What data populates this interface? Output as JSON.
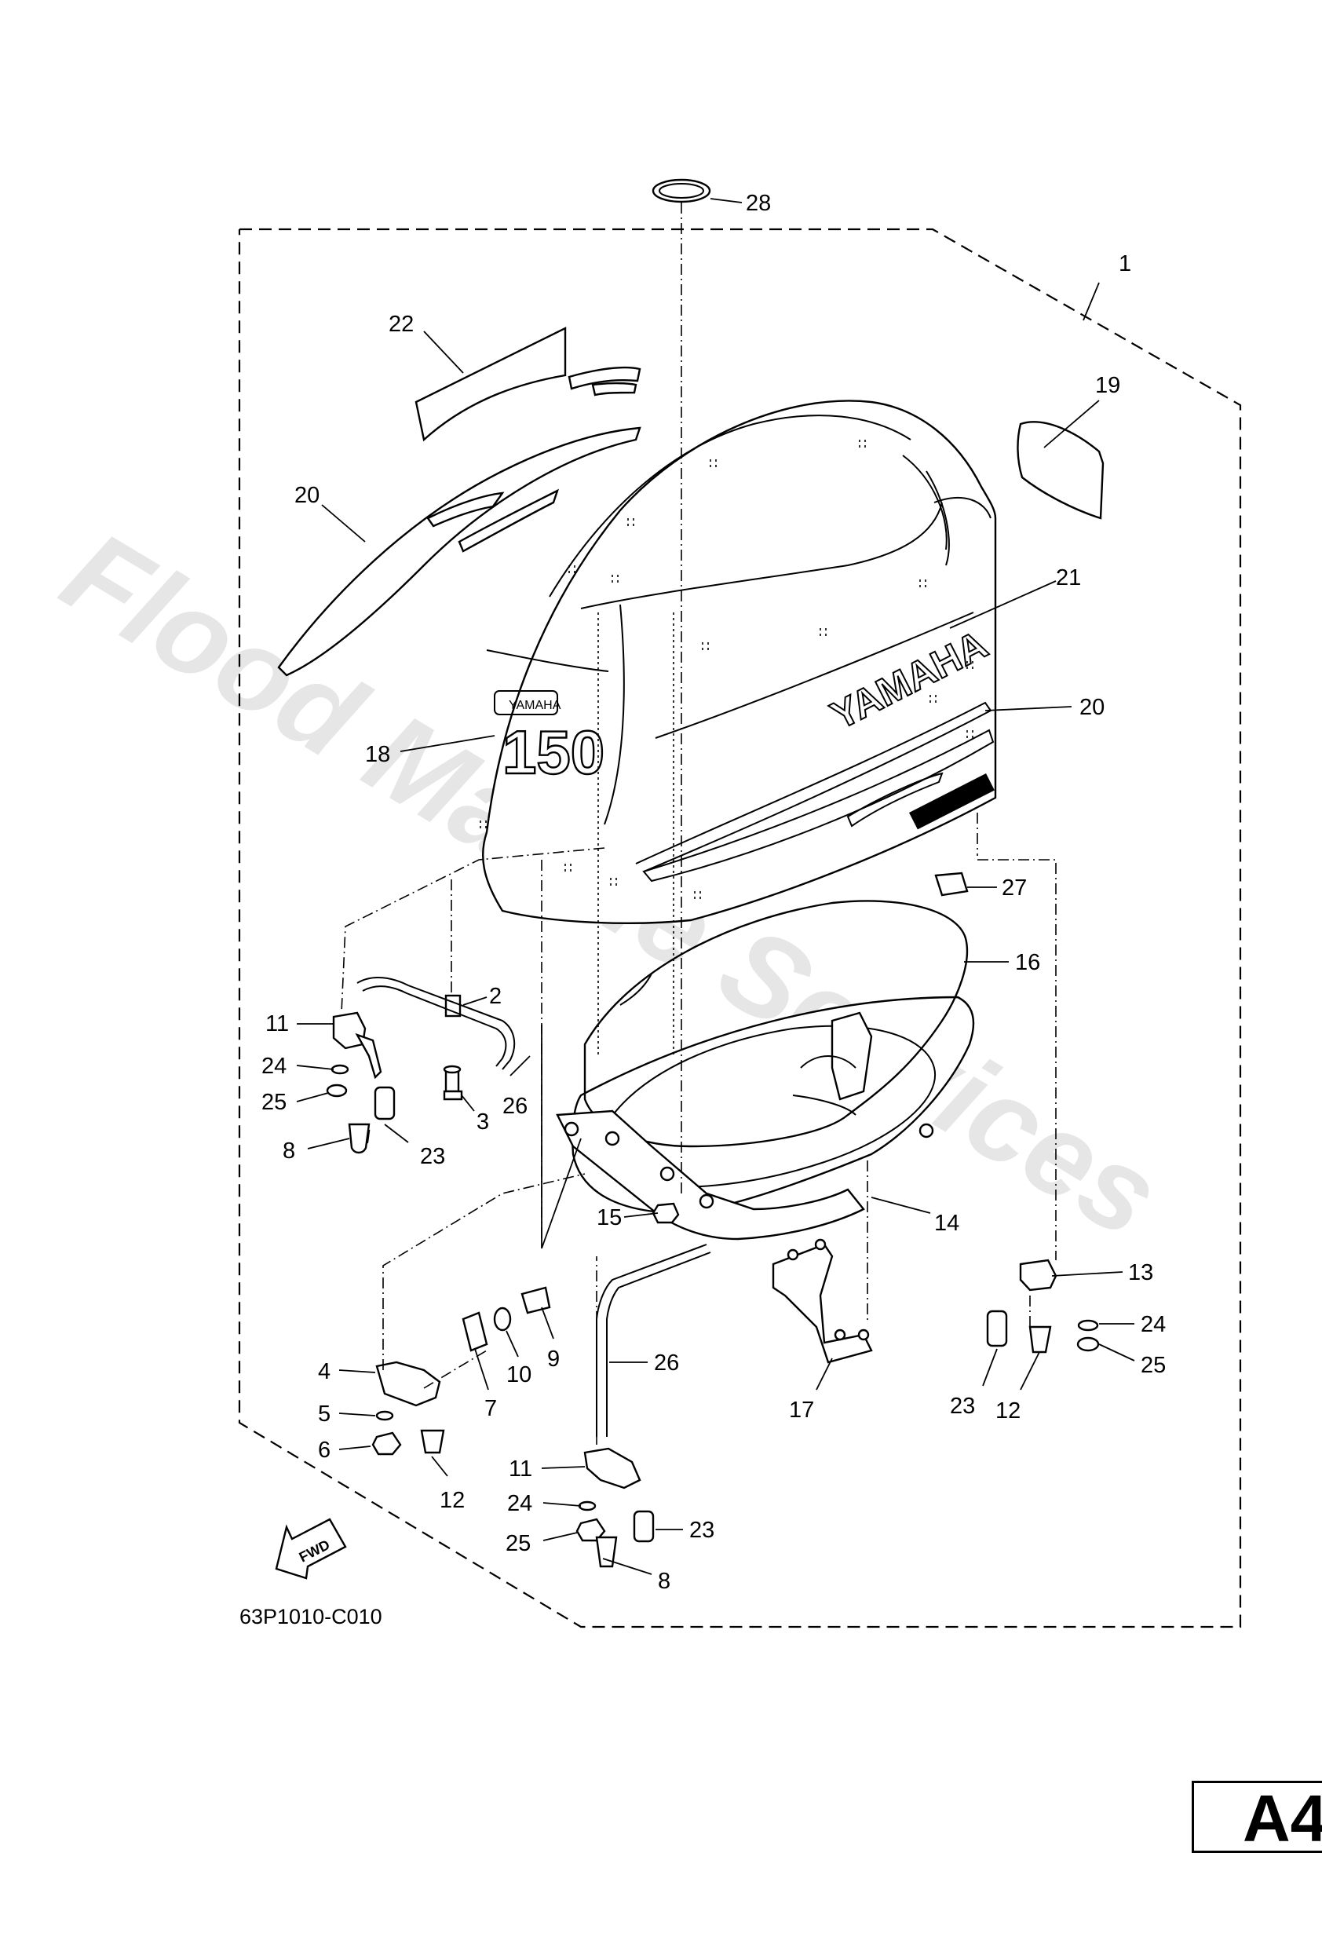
{
  "diagram": {
    "drawing_code": "63P1010-C010",
    "page_label": "A4",
    "watermark": "Flood Marine Services",
    "brand_text": "YAMAHA",
    "model_number": "150",
    "fwd_label": "FWD",
    "callouts": [
      "1",
      "2",
      "3",
      "4",
      "5",
      "6",
      "7",
      "8",
      "8",
      "9",
      "10",
      "11",
      "11",
      "12",
      "12",
      "13",
      "14",
      "15",
      "16",
      "17",
      "18",
      "19",
      "20",
      "20",
      "21",
      "22",
      "23",
      "23",
      "23",
      "24",
      "24",
      "24",
      "25",
      "25",
      "25",
      "26",
      "26",
      "27",
      "28"
    ]
  }
}
